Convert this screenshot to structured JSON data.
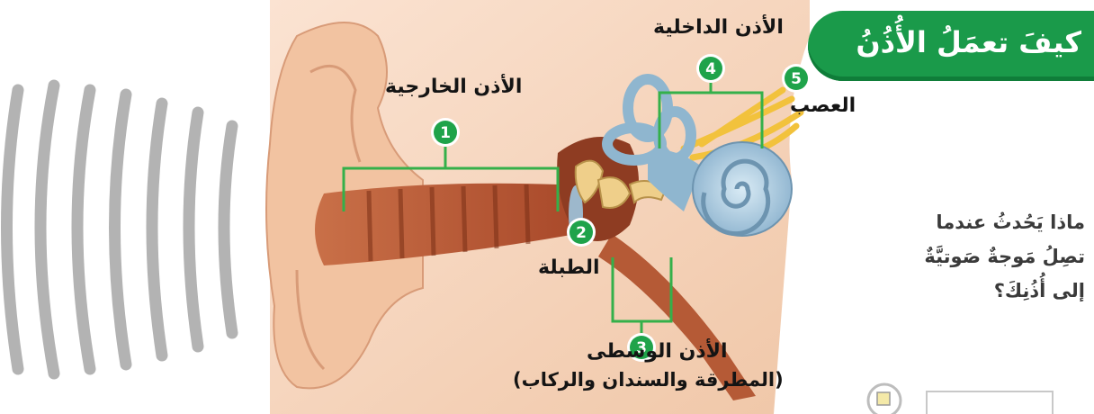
{
  "title": "كيفَ تعمَلُ الأُذُنُ",
  "labels": {
    "outer_ear": "الأذن الخارجية",
    "eardrum": "الطبلة",
    "middle_ear": "الأذن الوسطى",
    "middle_ear_detail": "(المطرقة والسندان والركاب)",
    "inner_ear": "الأذن الداخلية",
    "nerve": "العصب"
  },
  "markers": [
    "1",
    "2",
    "3",
    "4",
    "5"
  ],
  "question": {
    "line1": "ماذا يَحُدثُ عندما",
    "line2": "تصِلُ مَوجةٌ صَوتيَّةٌ",
    "line3": "إلى أُذُنِكَ؟"
  },
  "colors": {
    "banner": "#1a9a4a",
    "marker": "#1fa34a",
    "bracket": "#34b04a",
    "skin": "#f3c9a8",
    "canal": "#b85a32",
    "sound_waves": "#b3b3b3",
    "inner_ear": "#8fb6cf",
    "nerve": "#f2c23c",
    "bones": "#efcf8a"
  }
}
